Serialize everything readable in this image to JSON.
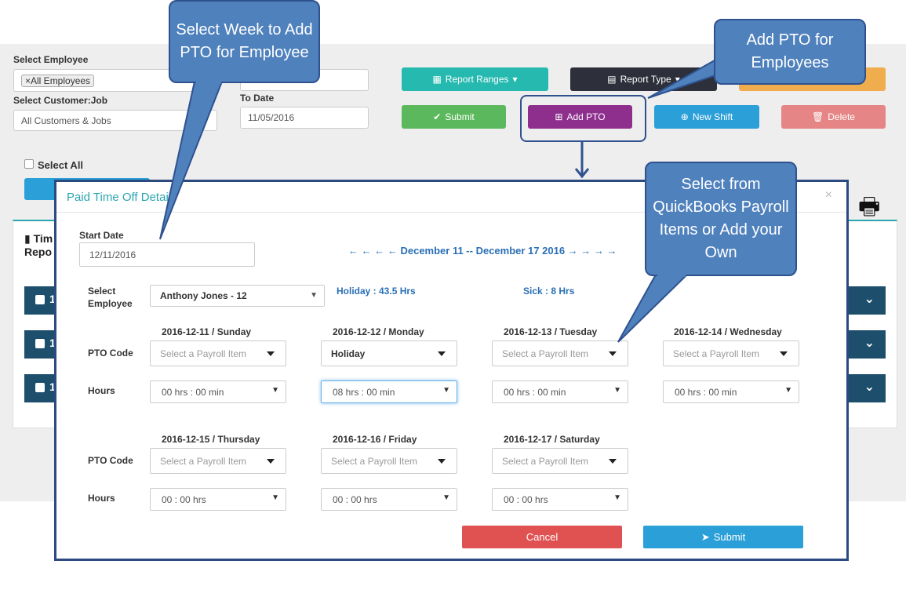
{
  "filters": {
    "select_employee_label": "Select Employee",
    "employee_tag": "All Employees",
    "employee_tag_remove": "×",
    "select_customer_label": "Select Customer:Job",
    "customer_value": "All Customers & Jobs",
    "to_date_label": "To Date",
    "to_date_value": "11/05/2016"
  },
  "toolbar": {
    "report_ranges": "Report Ranges",
    "report_type": "Report Type",
    "submit": "Submit",
    "add_pto": "Add PTO",
    "new_shift": "New Shift",
    "delete": "Delete"
  },
  "list": {
    "select_all": "Select All",
    "report_title_1": "Tim",
    "report_title_2": "Repo",
    "row_number": "1"
  },
  "modal": {
    "title": "Paid Time Off Details",
    "close": "×",
    "start_date_label": "Start Date",
    "start_date_value": "12/11/2016",
    "week_nav_left": "← ← ← ←",
    "week_range": "December 11 -- December 17 2016",
    "week_nav_right": "→ → → →",
    "select_employee_label_1": "Select",
    "select_employee_label_2": "Employee",
    "employee_value": "Anthony Jones - 12",
    "holiday_balance": "Holiday : 43.5 Hrs",
    "sick_balance": "Sick : 8 Hrs",
    "pto_code_label": "PTO Code",
    "hours_label": "Hours",
    "days": [
      {
        "header": "2016-12-11 / Sunday",
        "pto": "Select a Payroll Item",
        "hours": "00 hrs : 00 min"
      },
      {
        "header": "2016-12-12 / Monday",
        "pto": "Holiday",
        "hours": "08 hrs : 00 min"
      },
      {
        "header": "2016-12-13 / Tuesday",
        "pto": "Select a Payroll Item",
        "hours": "00 hrs : 00 min"
      },
      {
        "header": "2016-12-14 / Wednesday",
        "pto": "Select a Payroll Item",
        "hours": "00 hrs : 00 min"
      },
      {
        "header": "2016-12-15 / Thursday",
        "pto": "Select a Payroll Item",
        "hours": "00 : 00 hrs"
      },
      {
        "header": "2016-12-16 / Friday",
        "pto": "Select a Payroll Item",
        "hours": "00 : 00 hrs"
      },
      {
        "header": "2016-12-17 / Saturday",
        "pto": "Select a Payroll Item",
        "hours": "00 : 00 hrs"
      }
    ],
    "cancel": "Cancel",
    "submit": "Submit"
  },
  "callouts": {
    "select_week": "Select Week to Add PTO for Employee",
    "add_pto": "Add PTO for Employees",
    "quickbooks": "Select from QuickBooks Payroll Items or Add your Own"
  },
  "colors": {
    "teal": "#26b9b0",
    "dark": "#2d2f3a",
    "orange": "#f0ad4e",
    "green": "#5cb85c",
    "purple": "#8e2f8e",
    "blue": "#2a9fd8",
    "red_light": "#e68585",
    "cancel_red": "#e05252",
    "navy": "#1d4e6b",
    "callout": "#4f81bd"
  }
}
